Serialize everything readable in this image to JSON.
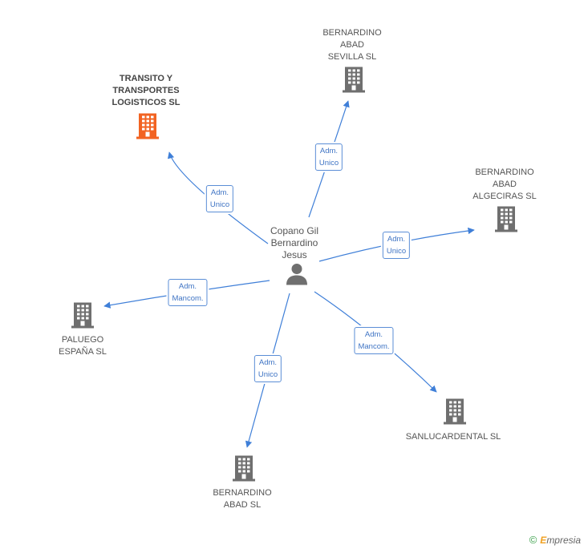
{
  "center": {
    "name": "Copano Gil\nBernardino\nJesus",
    "icon": "person-icon"
  },
  "companies": [
    {
      "id": "transito",
      "name": "TRANSITO Y\nTRANSPORTES\nLOGISTICOS SL",
      "highlight": true,
      "icon": "building-icon",
      "role": "Adm.\nUnico"
    },
    {
      "id": "sevilla",
      "name": "BERNARDINO\nABAD\nSEVILLA SL",
      "highlight": false,
      "icon": "building-icon",
      "role": "Adm.\nUnico"
    },
    {
      "id": "algeciras",
      "name": "BERNARDINO\nABAD\nALGECIRAS SL",
      "highlight": false,
      "icon": "building-icon",
      "role": "Adm.\nUnico"
    },
    {
      "id": "paluego",
      "name": "PALUEGO\nESPAÑA SL",
      "highlight": false,
      "icon": "building-icon",
      "role": "Adm.\nMancom."
    },
    {
      "id": "sanlucardental",
      "name": "SANLUCARDENTAL SL",
      "highlight": false,
      "icon": "building-icon",
      "role": "Adm.\nMancom."
    },
    {
      "id": "abad",
      "name": "BERNARDINO\nABAD SL",
      "highlight": false,
      "icon": "building-icon",
      "role": "Adm.\nUnico"
    }
  ],
  "colors": {
    "edge": "#3f7fd8",
    "building": "#6f6f6f",
    "building_highlight": "#f26322",
    "person": "#6f6f6f"
  },
  "footer": {
    "copyright": "©",
    "brand_e": "E",
    "brand_rest": "mpresia"
  }
}
